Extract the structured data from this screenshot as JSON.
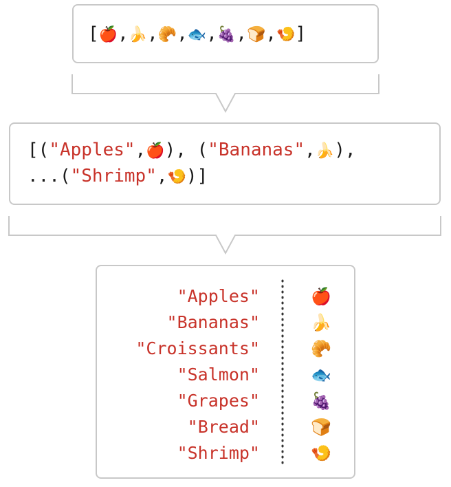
{
  "array": {
    "items": [
      "🍎",
      "🍌",
      "🥐",
      "🐟",
      "🍇",
      "🍞",
      "🍤"
    ],
    "text": "[🍎,🍌,🥐,🐟,🍇,🍞,🍤]"
  },
  "tuples": {
    "line1_open": "[(",
    "line1_key1": "\"Apples\"",
    "line1_sep1": ",",
    "line1_val1": "🍎",
    "line1_mid": "), (",
    "line1_key2": "\"Bananas\"",
    "line1_sep2": ",",
    "line1_val2": "🍌",
    "line1_close": "),",
    "line2_open": "...(",
    "line2_key": "\"Shrimp\"",
    "line2_sep": ",",
    "line2_val": "🍤",
    "line2_close": ")]"
  },
  "dictionary": {
    "entries": [
      {
        "key": "\"Apples\"",
        "value": "🍎"
      },
      {
        "key": "\"Bananas\"",
        "value": "🍌"
      },
      {
        "key": "\"Croissants\"",
        "value": "🥐"
      },
      {
        "key": "\"Salmon\"",
        "value": "🐟"
      },
      {
        "key": "\"Grapes\"",
        "value": "🍇"
      },
      {
        "key": "\"Bread\"",
        "value": "🍞"
      },
      {
        "key": "\"Shrimp\"",
        "value": "🍤"
      }
    ]
  },
  "colors": {
    "string": "#c8332a",
    "border": "#c8c8c8",
    "text": "#1a1a1a"
  }
}
